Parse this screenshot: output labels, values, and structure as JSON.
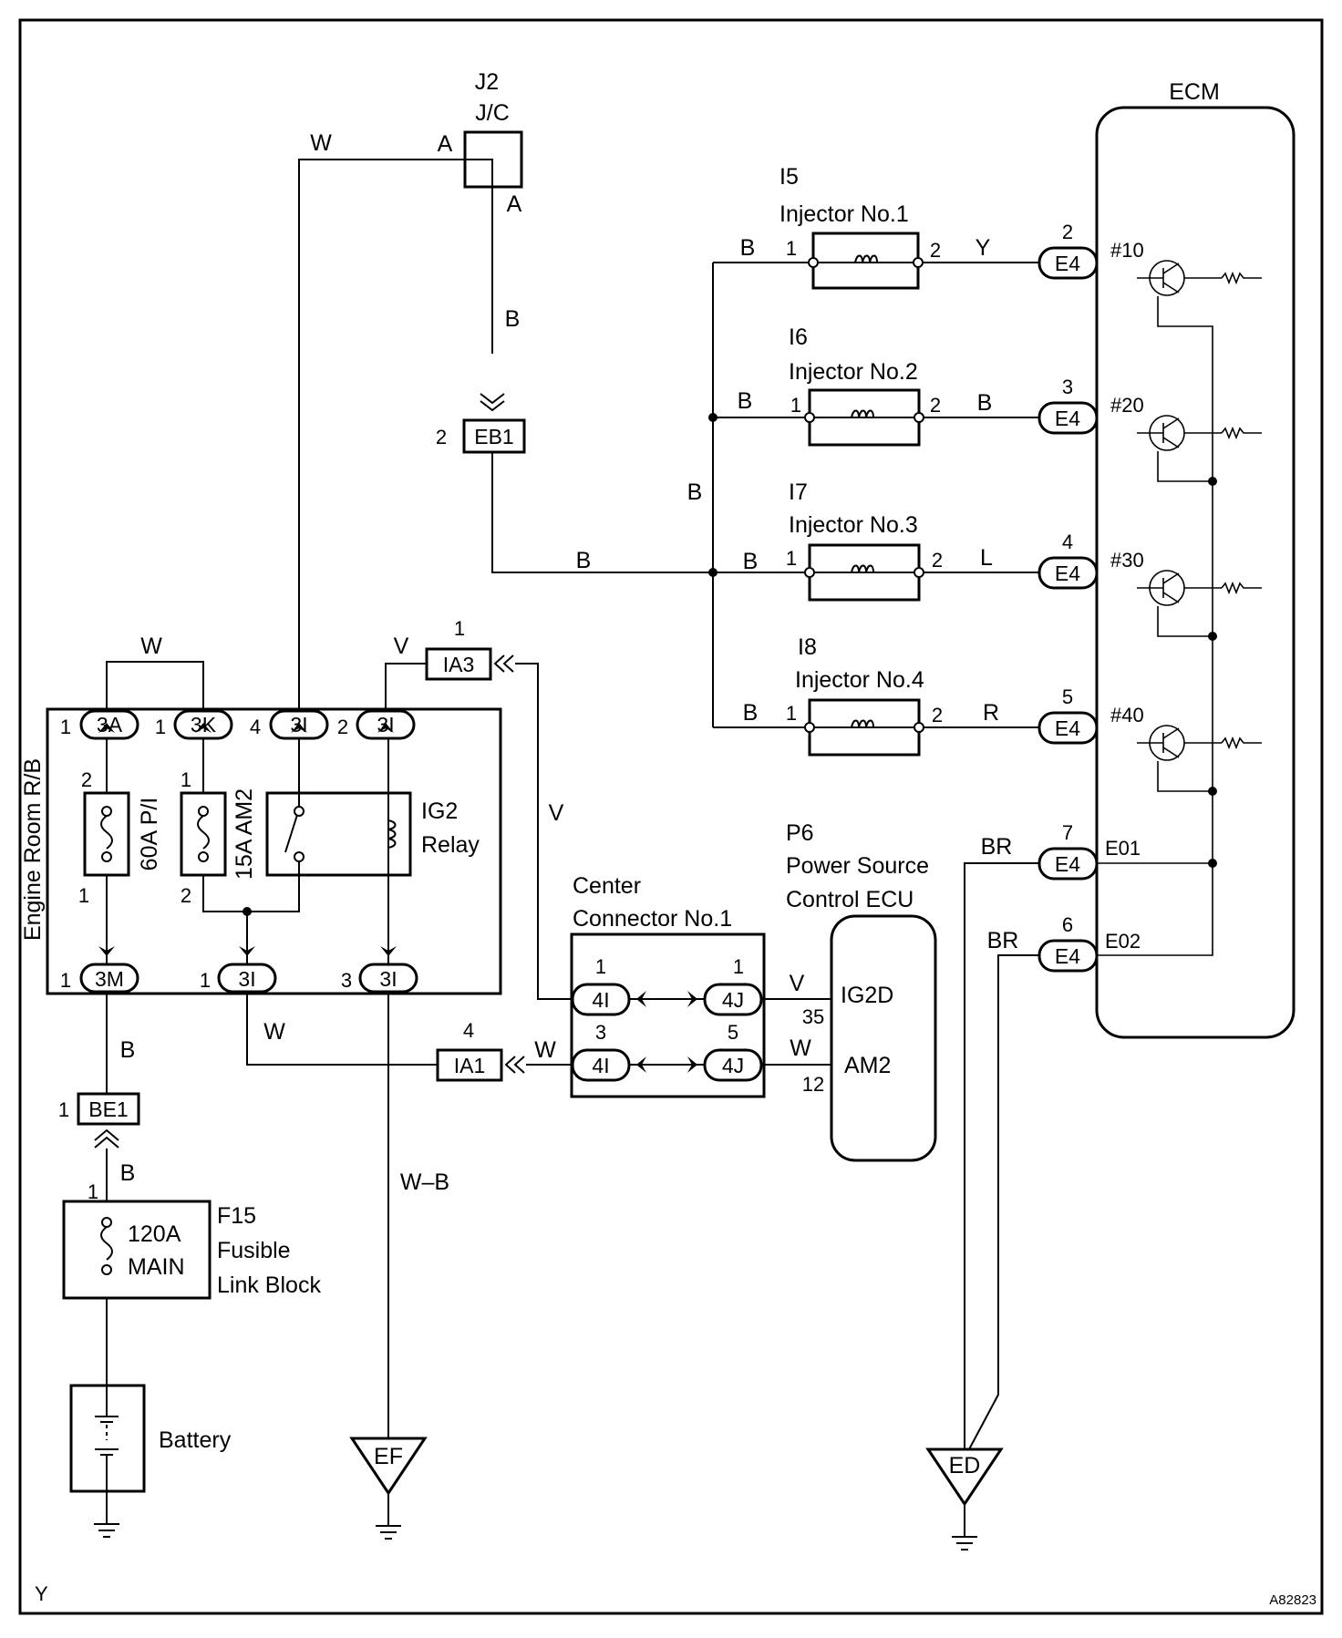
{
  "ecm": {
    "title": "ECM"
  },
  "jc": {
    "ref": "J2",
    "name": "J/C",
    "pin_in": "A",
    "pin_out": "A"
  },
  "injectors": [
    {
      "ref": "I5",
      "name": "Injector No.1"
    },
    {
      "ref": "I6",
      "name": "Injector No.2"
    },
    {
      "ref": "I7",
      "name": "Injector No.3"
    },
    {
      "ref": "I8",
      "name": "Injector No.4"
    }
  ],
  "injector_pins": {
    "in": "1",
    "out": "2"
  },
  "ecm_terminals": [
    {
      "pin": "2",
      "conn": "E4",
      "sig": "#10",
      "wire": "Y"
    },
    {
      "pin": "3",
      "conn": "E4",
      "sig": "#20",
      "wire": "B"
    },
    {
      "pin": "4",
      "conn": "E4",
      "sig": "#30",
      "wire": "L"
    },
    {
      "pin": "5",
      "conn": "E4",
      "sig": "#40",
      "wire": "R"
    },
    {
      "pin": "7",
      "conn": "E4",
      "sig": "E01",
      "wire": "BR"
    },
    {
      "pin": "6",
      "conn": "E4",
      "sig": "E02",
      "wire": "BR"
    }
  ],
  "wire_colors": {
    "w": "W",
    "b": "B",
    "v": "V",
    "wb": "W–B"
  },
  "eb1": {
    "label": "EB1",
    "pin": "2"
  },
  "engine_rb": {
    "title": "Engine Room R/B",
    "top_conns": [
      {
        "pin": "1",
        "label": "3A"
      },
      {
        "pin": "1",
        "label": "3K"
      },
      {
        "pin": "4",
        "label": "3I"
      },
      {
        "pin": "2",
        "label": "3I"
      }
    ],
    "bottom_conns": [
      {
        "pin": "1",
        "label": "3M"
      },
      {
        "pin": "1",
        "label": "3I"
      },
      {
        "pin": "3",
        "label": "3I"
      }
    ],
    "fuse_main": {
      "label": "60A P/I",
      "pin_top": "2",
      "pin_bottom": "1"
    },
    "fuse_am2": {
      "label": "15A AM2",
      "pin_top": "1",
      "pin_bottom": "2"
    },
    "relay": {
      "line1": "IG2",
      "line2": "Relay"
    }
  },
  "ia3": {
    "label": "IA3",
    "pin": "1"
  },
  "ia1": {
    "label": "IA1",
    "pin": "4"
  },
  "center_conn": {
    "line1": "Center",
    "line2": "Connector No.1",
    "rows": [
      {
        "left_pin": "1",
        "left": "4I",
        "right_pin": "1",
        "right": "4J"
      },
      {
        "left_pin": "3",
        "left": "4I",
        "right_pin": "5",
        "right": "4J"
      }
    ]
  },
  "ecu": {
    "ref": "P6",
    "line1": "Power Source",
    "line2": "Control ECU",
    "terms": [
      {
        "pin": "35",
        "name": "IG2D"
      },
      {
        "pin": "12",
        "name": "AM2"
      }
    ]
  },
  "be1": {
    "label": "BE1",
    "pin": "1"
  },
  "fusible": {
    "pin": "1",
    "line1": "120A",
    "line2": "MAIN",
    "ref": "F15",
    "name1": "Fusible",
    "name2": "Link Block"
  },
  "battery": {
    "label": "Battery"
  },
  "grounds": [
    {
      "label": "EF"
    },
    {
      "label": "ED"
    }
  ],
  "corner_left": "Y",
  "corner_right": "A82823"
}
